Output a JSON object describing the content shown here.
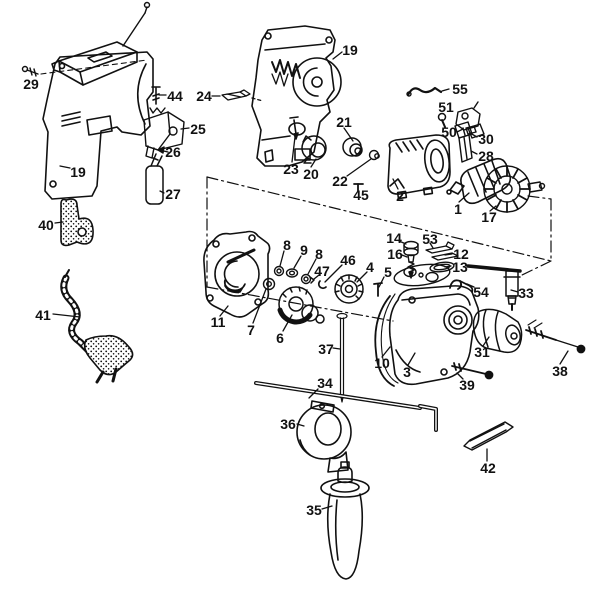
{
  "diagram": {
    "type": "exploded-parts-diagram",
    "description": "black-and-white exploded view of an electric power drill with numbered callouts",
    "ink_color": "#111111",
    "background_color": "#ffffff",
    "labels": {
      "l29": "29",
      "l19a": "19",
      "l40": "40",
      "l41": "41",
      "l44": "44",
      "l24": "24",
      "l25": "25",
      "l26": "26",
      "l27": "27",
      "l19b": "19",
      "l23": "23",
      "l20": "20",
      "l21": "21",
      "l22": "22",
      "l45": "45",
      "l2": "2",
      "l55": "55",
      "l51": "51",
      "l50": "50",
      "l30": "30",
      "l28": "28",
      "l1": "1",
      "l17": "17",
      "l14": "14",
      "l53": "53",
      "l16": "16",
      "l12": "12",
      "l13": "13",
      "l54": "54",
      "l33": "33",
      "l8a": "8",
      "l9": "9",
      "l8b": "8",
      "l46": "46",
      "l47": "47",
      "l4": "4",
      "l5": "5",
      "l11": "11",
      "l7": "7",
      "l6": "6",
      "l37": "37",
      "l34": "34",
      "l36": "36",
      "l35": "35",
      "l10": "10",
      "l3": "3",
      "l31": "31",
      "l39": "39",
      "l38": "38",
      "l42": "42"
    }
  }
}
